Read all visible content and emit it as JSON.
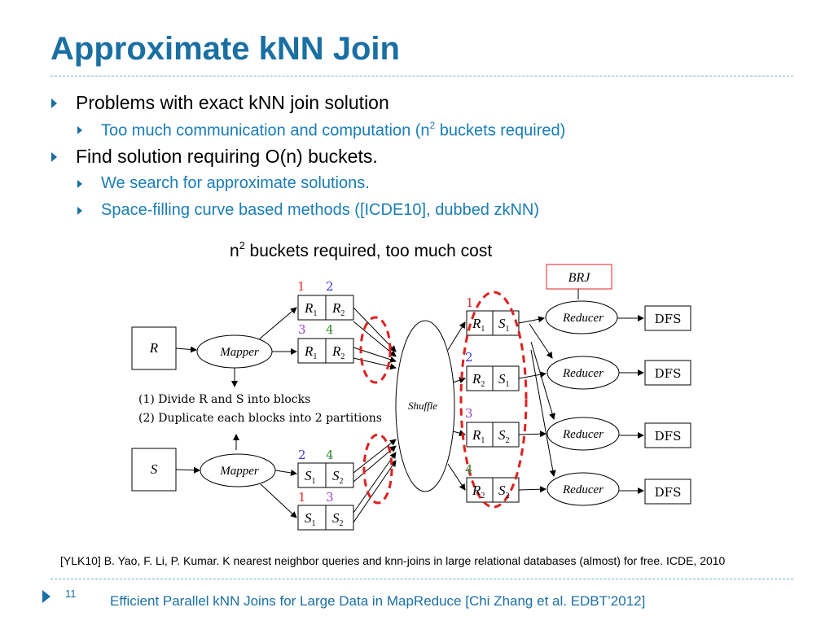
{
  "slide": {
    "title": "Approximate kNN Join",
    "bullets": [
      {
        "text": "Problems with exact kNN join solution",
        "sub": [
          {
            "pre": "Too much communication and computation (n",
            "sup": "2",
            "post": " buckets required)"
          }
        ]
      },
      {
        "text": "Find solution requiring O(n) buckets.",
        "sub": [
          {
            "pre": "We search for approximate solutions.",
            "sup": "",
            "post": ""
          },
          {
            "pre": "Space-filling curve based methods ([ICDE10], dubbed zkNN)",
            "sup": "",
            "post": ""
          }
        ]
      }
    ],
    "caption": {
      "pre": "n",
      "sup": "2",
      "post": " buckets required, too much cost"
    },
    "reference": "[YLK10] B. Yao, F. Li, P. Kumar. K nearest neighbor queries and knn-joins in large relational databases (almost) for free. ICDE, 2010",
    "page_number": "11",
    "footer": "Efficient Parallel kNN Joins for Large Data in MapReduce  [Chi Zhang et al.  EDBT’2012]"
  },
  "diagram": {
    "inputs": [
      "R",
      "S"
    ],
    "mapper_label": "Mapper",
    "notes": [
      "(1) Divide R and S into blocks",
      "(2) Duplicate each blocks into 2 partitions"
    ],
    "partitions_R": [
      {
        "labels": [
          "1",
          "2"
        ],
        "cells": [
          "R",
          "R"
        ],
        "subs": [
          "1",
          "2"
        ]
      },
      {
        "labels": [
          "3",
          "4"
        ],
        "cells": [
          "R",
          "R"
        ],
        "subs": [
          "1",
          "2"
        ]
      }
    ],
    "partitions_S": [
      {
        "labels": [
          "2",
          "4"
        ],
        "cells": [
          "S",
          "S"
        ],
        "subs": [
          "1",
          "2"
        ]
      },
      {
        "labels": [
          "1",
          "3"
        ],
        "cells": [
          "S",
          "S"
        ],
        "subs": [
          "1",
          "2"
        ]
      }
    ],
    "shuffle_label": "Shuffle",
    "brj_label": "BRJ",
    "buckets": [
      {
        "num": "1",
        "cells": [
          "R",
          "S"
        ],
        "subs": [
          "1",
          "1"
        ]
      },
      {
        "num": "2",
        "cells": [
          "R",
          "S"
        ],
        "subs": [
          "2",
          "1"
        ]
      },
      {
        "num": "3",
        "cells": [
          "R",
          "S"
        ],
        "subs": [
          "1",
          "2"
        ]
      },
      {
        "num": "4",
        "cells": [
          "R",
          "S"
        ],
        "subs": [
          "2",
          "2"
        ]
      }
    ],
    "reducer_label": "Reducer",
    "output_label": "DFS",
    "colors": {
      "1": "#e0302a",
      "2": "#3a3ad8",
      "3": "#a040d0",
      "4": "#2e8a2e",
      "dash": "#e02020",
      "accent": "#1a6fa3"
    }
  }
}
